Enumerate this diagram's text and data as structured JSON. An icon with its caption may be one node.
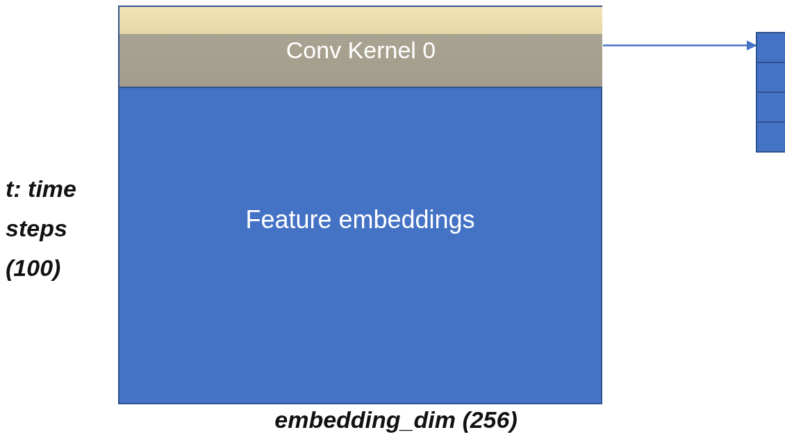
{
  "diagram": {
    "nodes": [
      {
        "text": [
          "Feature embeddings"
        ]
      },
      {
        "text": [
          "Conv Kernel 0"
        ],
        "in": 0
      },
      {
        "text": [],
        "shape": "box"
      },
      {
        "text": [],
        "shape": "box"
      },
      {
        "text": [],
        "shape": "box"
      },
      {
        "text": [],
        "shape": "box"
      }
    ],
    "edges": [
      {
        "from": 1,
        "to": 2,
        "arrow": "to"
      }
    ],
    "labels": [
      "t: time steps (100)",
      "embedding_dim (256)"
    ]
  }
}
